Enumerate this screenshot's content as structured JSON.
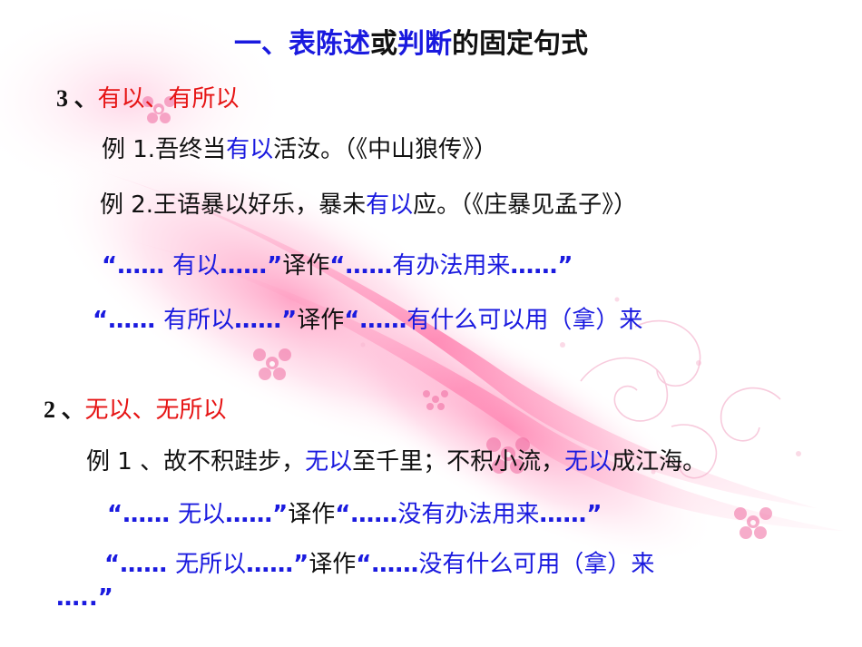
{
  "title": {
    "p1": "一、",
    "p2": "表陈述",
    "p3": "或",
    "p4": "判断",
    "p5": "的固定句式"
  },
  "section3": {
    "number": "3 、",
    "heading": "有以、有所以",
    "example1": {
      "label": "例 1.",
      "pre": "吾终当",
      "kw": "有以",
      "post": "活汝。（《中山狼传》）"
    },
    "example2": {
      "label": "例 2.",
      "pre": "王语暴以好乐，暴未",
      "kw": "有以",
      "post": "应。（《庄暴见孟子》）"
    },
    "trans1": {
      "open": "“…… ",
      "kw": "有以",
      "close": "……”",
      "mid": "译作",
      "open2": "“……",
      "meaning": "有办法用来",
      "close2": "……”"
    },
    "trans2": {
      "open": "“…… ",
      "kw": "有所以",
      "close": "……”",
      "mid": "译作",
      "open2": "“……",
      "meaning": "有什么可以用（拿）来"
    }
  },
  "section2": {
    "number": "2 、",
    "heading": "无以、无所以",
    "example1": {
      "label": "例 1 、",
      "pre": "故不积跬步，",
      "kw1": "无以",
      "mid": "至千里；不积小流，",
      "kw2": "无以",
      "post": "成江海。"
    },
    "trans1": {
      "open": "“…… ",
      "kw": "无以",
      "close": "……”",
      "mid": "译作",
      "open2": "“……",
      "meaning": "没有办法用来",
      "close2": "……”"
    },
    "trans2": {
      "open": "“…… ",
      "kw": "无所以",
      "close": "……”",
      "mid": "译作",
      "open2": "“……",
      "meaning": "没有什么可用（拿）来",
      "tail": "…..”"
    }
  },
  "colors": {
    "blue": "#1a1adf",
    "red": "#e61414",
    "text": "#111111",
    "pink": "#f06aa0"
  }
}
